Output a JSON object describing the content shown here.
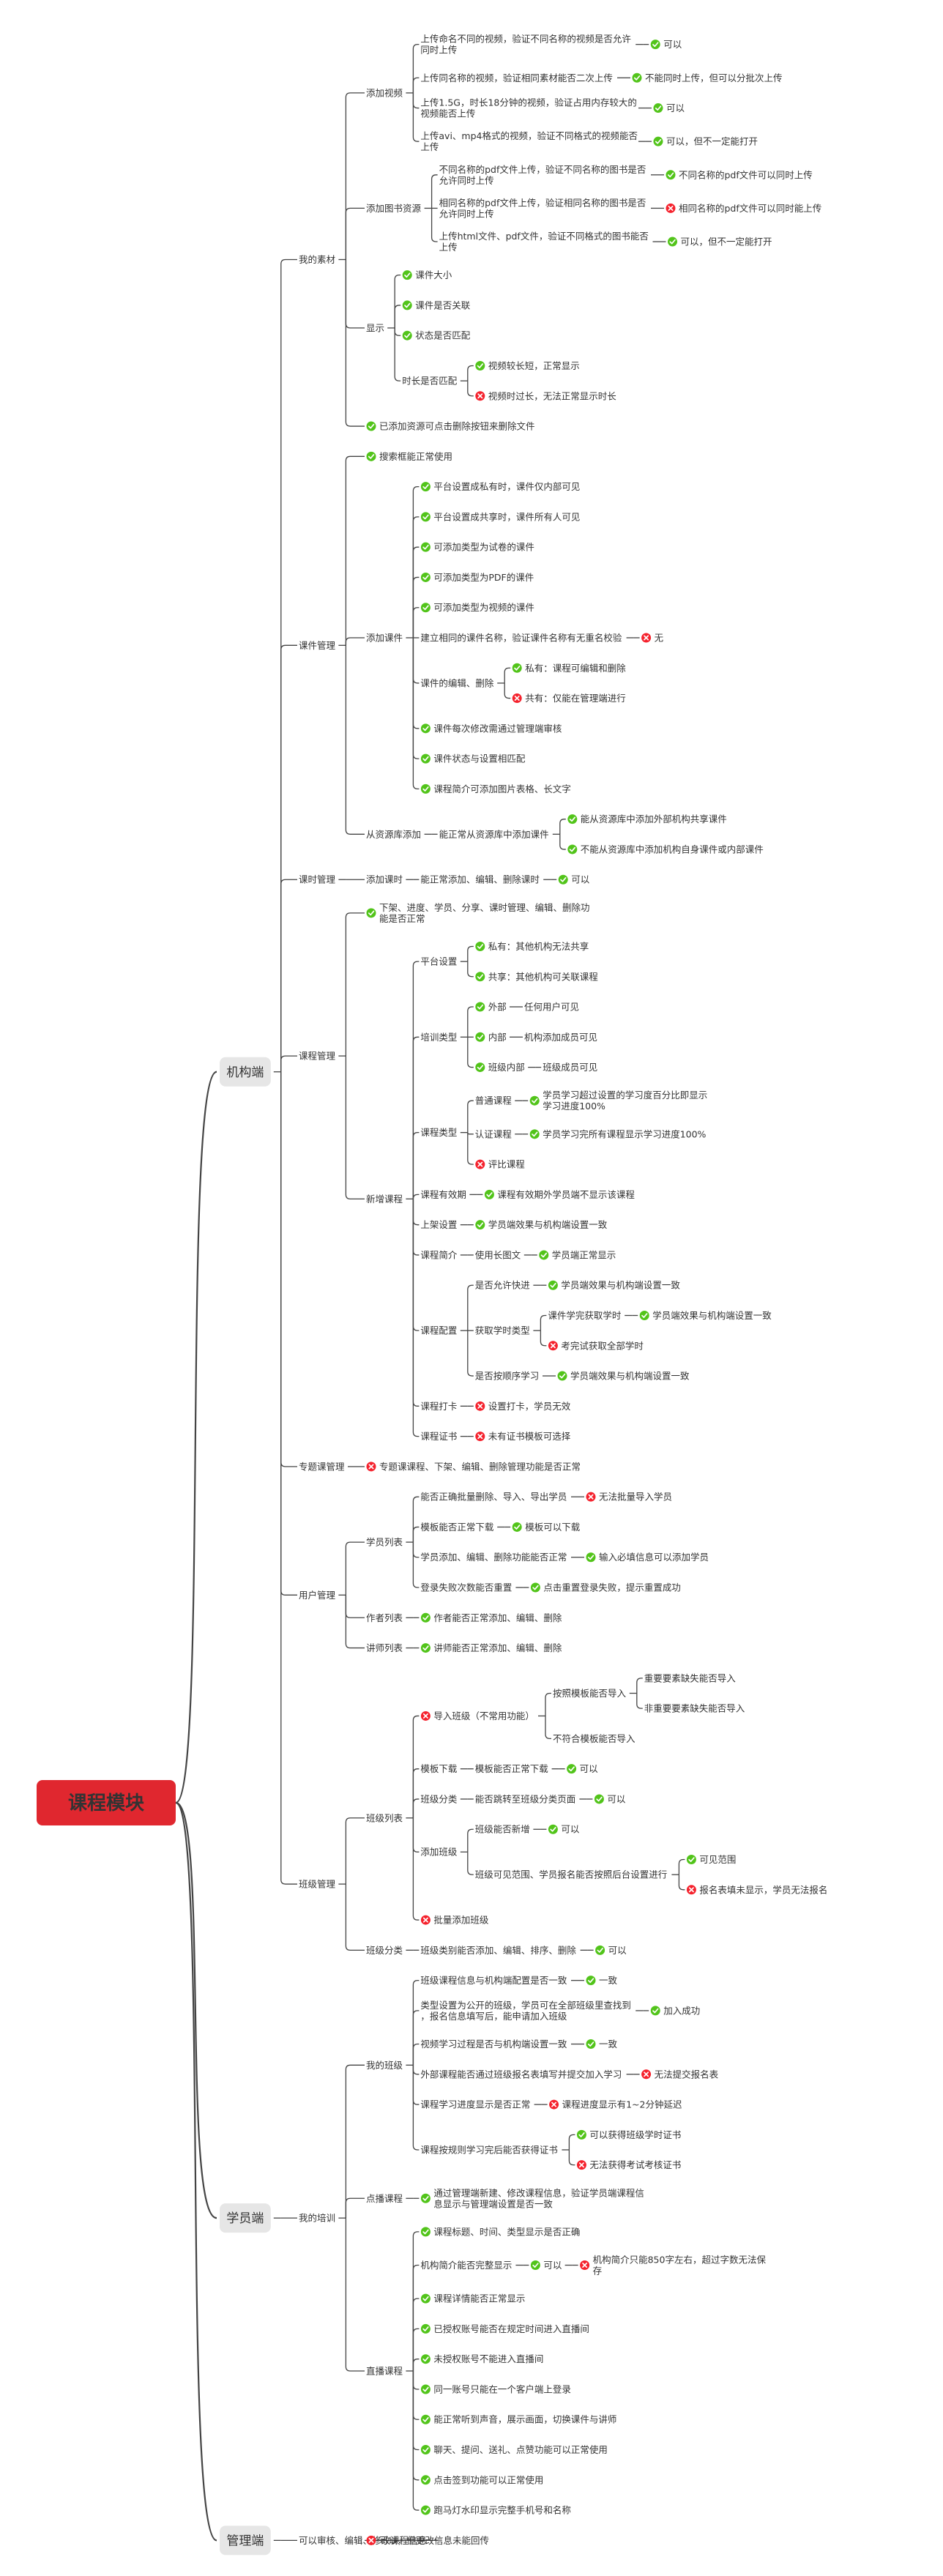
{
  "root": "课程模块",
  "tree": [
    {
      "t": "机构端",
      "c": [
        {
          "t": "我的素材",
          "c": [
            {
              "t": "添加视频",
              "c": [
                {
                  "t": "上传命名不同的视频，验证不同名称的视频是否允许同时上传",
                  "c": [
                    {
                      "t": "可以",
                      "s": "ok"
                    }
                  ]
                },
                {
                  "t": "上传同名称的视频，验证相同素材能否二次上传",
                  "c": [
                    {
                      "t": "不能同时上传，但可以分批次上传",
                      "s": "ok"
                    }
                  ]
                },
                {
                  "t": "上传1.5G，时长18分钟的视频，验证占用内存较大的视频能否上传",
                  "c": [
                    {
                      "t": "可以",
                      "s": "ok"
                    }
                  ]
                },
                {
                  "t": "上传avi、mp4格式的视频，验证不同格式的视频能否上传",
                  "c": [
                    {
                      "t": "可以，但不一定能打开",
                      "s": "ok"
                    }
                  ]
                }
              ]
            },
            {
              "t": "添加图书资源",
              "c": [
                {
                  "t": "不同名称的pdf文件上传，验证不同名称的图书是否允许同时上传",
                  "c": [
                    {
                      "t": "不同名称的pdf文件可以同时上传",
                      "s": "ok"
                    }
                  ]
                },
                {
                  "t": "相同名称的pdf文件上传，验证相同名称的图书是否允许同时上传",
                  "c": [
                    {
                      "t": "相同名称的pdf文件可以同时能上传",
                      "s": "no"
                    }
                  ]
                },
                {
                  "t": "上传html文件、pdf文件，验证不同格式的图书能否上传",
                  "c": [
                    {
                      "t": "可以，但不一定能打开",
                      "s": "ok"
                    }
                  ]
                }
              ]
            },
            {
              "t": "显示",
              "c": [
                {
                  "t": "课件大小",
                  "s": "ok"
                },
                {
                  "t": "课件是否关联",
                  "s": "ok"
                },
                {
                  "t": "状态是否匹配",
                  "s": "ok"
                },
                {
                  "t": "时长是否匹配",
                  "c": [
                    {
                      "t": "视频较长短，正常显示",
                      "s": "ok"
                    },
                    {
                      "t": "视频时过长，无法正常显示时长",
                      "s": "no"
                    }
                  ]
                }
              ]
            },
            {
              "t": "已添加资源可点击删除按钮来删除文件",
              "s": "ok"
            }
          ]
        },
        {
          "t": "课件管理",
          "c": [
            {
              "t": "搜索框能正常使用",
              "s": "ok"
            },
            {
              "t": "添加课件",
              "c": [
                {
                  "t": "平台设置成私有时，课件仅内部可见",
                  "s": "ok"
                },
                {
                  "t": "平台设置成共享时，课件所有人可见",
                  "s": "ok"
                },
                {
                  "t": "可添加类型为试卷的课件",
                  "s": "ok"
                },
                {
                  "t": "可添加类型为PDF的课件",
                  "s": "ok"
                },
                {
                  "t": "可添加类型为视频的课件",
                  "s": "ok"
                },
                {
                  "t": "建立相同的课件名称，验证课件名称有无重名校验",
                  "c": [
                    {
                      "t": "无",
                      "s": "no"
                    }
                  ]
                },
                {
                  "t": "课件的编辑、删除",
                  "c": [
                    {
                      "t": "私有：课程可编辑和删除",
                      "s": "ok"
                    },
                    {
                      "t": "共有：仅能在管理端进行",
                      "s": "no"
                    }
                  ]
                },
                {
                  "t": "课件每次修改需通过管理端审核",
                  "s": "ok"
                },
                {
                  "t": "课件状态与设置相匹配",
                  "s": "ok"
                },
                {
                  "t": "课程简介可添加图片表格、长文字",
                  "s": "ok"
                }
              ]
            },
            {
              "t": "从资源库添加",
              "c": [
                {
                  "t": "能正常从资源库中添加课件",
                  "c": [
                    {
                      "t": "能从资源库中添加外部机构共享课件",
                      "s": "ok"
                    },
                    {
                      "t": "不能从资源库中添加机构自身课件或内部课件",
                      "s": "ok"
                    }
                  ]
                }
              ]
            }
          ]
        },
        {
          "t": "课时管理",
          "c": [
            {
              "t": "添加课时",
              "c": [
                {
                  "t": "能正常添加、编辑、删除课时",
                  "c": [
                    {
                      "t": "可以",
                      "s": "ok"
                    }
                  ]
                }
              ]
            }
          ]
        },
        {
          "t": "课程管理",
          "c": [
            {
              "t": "下架、进度、学员、分享、课时管理、编辑、删除功能是否正常",
              "s": "ok"
            },
            {
              "t": "新增课程",
              "c": [
                {
                  "t": "平台设置",
                  "c": [
                    {
                      "t": "私有：其他机构无法共享",
                      "s": "ok"
                    },
                    {
                      "t": "共享：其他机构可关联课程",
                      "s": "ok"
                    }
                  ]
                },
                {
                  "t": "培训类型",
                  "c": [
                    {
                      "t": "外部",
                      "s": "ok",
                      "c": [
                        {
                          "t": "任何用户可见"
                        }
                      ]
                    },
                    {
                      "t": "内部",
                      "s": "ok",
                      "c": [
                        {
                          "t": "机构添加成员可见"
                        }
                      ]
                    },
                    {
                      "t": "班级内部",
                      "s": "ok",
                      "c": [
                        {
                          "t": "班级成员可见"
                        }
                      ]
                    }
                  ]
                },
                {
                  "t": "课程类型",
                  "c": [
                    {
                      "t": "普通课程",
                      "c": [
                        {
                          "t": "学员学习超过设置的学习度百分比即显示学习进度100%",
                          "s": "ok"
                        }
                      ]
                    },
                    {
                      "t": "认证课程",
                      "c": [
                        {
                          "t": "学员学习完所有课程显示学习进度100%",
                          "s": "ok"
                        }
                      ]
                    },
                    {
                      "t": "评比课程",
                      "s": "no"
                    }
                  ]
                },
                {
                  "t": "课程有效期",
                  "c": [
                    {
                      "t": "课程有效期外学员端不显示该课程",
                      "s": "ok"
                    }
                  ]
                },
                {
                  "t": "上架设置",
                  "c": [
                    {
                      "t": "学员端效果与机构端设置一致",
                      "s": "ok"
                    }
                  ]
                },
                {
                  "t": "课程简介",
                  "c": [
                    {
                      "t": "使用长图文",
                      "c": [
                        {
                          "t": "学员端正常显示",
                          "s": "ok"
                        }
                      ]
                    }
                  ]
                },
                {
                  "t": "课程配置",
                  "c": [
                    {
                      "t": "是否允许快进",
                      "c": [
                        {
                          "t": "学员端效果与机构端设置一致",
                          "s": "ok"
                        }
                      ]
                    },
                    {
                      "t": "获取学时类型",
                      "c": [
                        {
                          "t": "课件学完获取学时",
                          "c": [
                            {
                              "t": "学员端效果与机构端设置一致",
                              "s": "ok"
                            }
                          ]
                        },
                        {
                          "t": "考完试获取全部学时",
                          "s": "no"
                        }
                      ]
                    },
                    {
                      "t": "是否按顺序学习",
                      "c": [
                        {
                          "t": "学员端效果与机构端设置一致",
                          "s": "ok"
                        }
                      ]
                    }
                  ]
                },
                {
                  "t": "课程打卡",
                  "c": [
                    {
                      "t": "设置打卡，学员无效",
                      "s": "no"
                    }
                  ]
                },
                {
                  "t": "课程证书",
                  "c": [
                    {
                      "t": "未有证书模板可选择",
                      "s": "no"
                    }
                  ]
                }
              ]
            }
          ]
        },
        {
          "t": "专题课管理",
          "c": [
            {
              "t": "专题课课程、下架、编辑、删除管理功能是否正常",
              "s": "no"
            }
          ]
        },
        {
          "t": "用户管理",
          "c": [
            {
              "t": "学员列表",
              "c": [
                {
                  "t": "能否正确批量删除、导入、导出学员",
                  "c": [
                    {
                      "t": "无法批量导入学员",
                      "s": "no"
                    }
                  ]
                },
                {
                  "t": "模板能否正常下载",
                  "c": [
                    {
                      "t": "模板可以下载",
                      "s": "ok"
                    }
                  ]
                },
                {
                  "t": "学员添加、编辑、删除功能能否正常",
                  "c": [
                    {
                      "t": "输入必填信息可以添加学员",
                      "s": "ok"
                    }
                  ]
                },
                {
                  "t": "登录失败次数能否重置",
                  "c": [
                    {
                      "t": "点击重置登录失败，提示重置成功",
                      "s": "ok"
                    }
                  ]
                }
              ]
            },
            {
              "t": "作者列表",
              "c": [
                {
                  "t": "作者能否正常添加、编辑、删除",
                  "s": "ok"
                }
              ]
            },
            {
              "t": "讲师列表",
              "c": [
                {
                  "t": "讲师能否正常添加、编辑、删除",
                  "s": "ok"
                }
              ]
            }
          ]
        },
        {
          "t": "班级管理",
          "c": [
            {
              "t": "班级列表",
              "c": [
                {
                  "t": "导入班级（不常用功能）",
                  "s": "no",
                  "c": [
                    {
                      "t": "按照模板能否导入",
                      "c": [
                        {
                          "t": "重要要素缺失能否导入"
                        },
                        {
                          "t": "非重要要素缺失能否导入"
                        }
                      ]
                    },
                    {
                      "t": "不符合模板能否导入"
                    }
                  ]
                },
                {
                  "t": "模板下载",
                  "c": [
                    {
                      "t": "模板能否正常下载",
                      "c": [
                        {
                          "t": "可以",
                          "s": "ok"
                        }
                      ]
                    }
                  ]
                },
                {
                  "t": "班级分类",
                  "c": [
                    {
                      "t": "能否跳转至班级分类页面",
                      "c": [
                        {
                          "t": "可以",
                          "s": "ok"
                        }
                      ]
                    }
                  ]
                },
                {
                  "t": "添加班级",
                  "c": [
                    {
                      "t": "班级能否新增",
                      "c": [
                        {
                          "t": "可以",
                          "s": "ok"
                        }
                      ]
                    },
                    {
                      "t": "班级可见范围、学员报名能否按照后台设置进行",
                      "c": [
                        {
                          "t": "可见范围",
                          "s": "ok"
                        },
                        {
                          "t": "报名表填未显示，学员无法报名",
                          "s": "no"
                        }
                      ]
                    }
                  ]
                },
                {
                  "t": "批量添加班级",
                  "s": "no"
                }
              ]
            },
            {
              "t": "班级分类",
              "c": [
                {
                  "t": "班级类别能否添加、编辑、排序、删除",
                  "c": [
                    {
                      "t": "可以",
                      "s": "ok"
                    }
                  ]
                }
              ]
            }
          ]
        }
      ]
    },
    {
      "t": "学员端",
      "c": [
        {
          "t": "我的培训",
          "c": [
            {
              "t": "我的班级",
              "c": [
                {
                  "t": "班级课程信息与机构端配置是否一致",
                  "c": [
                    {
                      "t": "一致",
                      "s": "ok"
                    }
                  ]
                },
                {
                  "t": "类型设置为公开的班级，学员可在全部班级里查找到，报名信息填写后，能申请加入班级",
                  "c": [
                    {
                      "t": "加入成功",
                      "s": "ok"
                    }
                  ]
                },
                {
                  "t": "视频学习过程是否与机构端设置一致",
                  "c": [
                    {
                      "t": "一致",
                      "s": "ok"
                    }
                  ]
                },
                {
                  "t": "外部课程能否通过班级报名表填写并提交加入学习",
                  "c": [
                    {
                      "t": "无法提交报名表",
                      "s": "no"
                    }
                  ]
                },
                {
                  "t": "课程学习进度显示是否正常",
                  "c": [
                    {
                      "t": "课程进度显示有1~2分钟延迟",
                      "s": "no"
                    }
                  ]
                },
                {
                  "t": "课程按规则学习完后能否获得证书",
                  "c": [
                    {
                      "t": "可以获得班级学时证书",
                      "s": "ok"
                    },
                    {
                      "t": "无法获得考试考核证书",
                      "s": "no"
                    }
                  ]
                }
              ]
            },
            {
              "t": "点播课程",
              "c": [
                {
                  "t": "通过管理端新建、修改课程信息，验证学员端课程信息显示与管理端设置是否一致",
                  "s": "ok"
                }
              ]
            },
            {
              "t": "直播课程",
              "c": [
                {
                  "t": "课程标题、时间、类型显示是否正确",
                  "s": "ok"
                },
                {
                  "t": "机构简介能否完整显示",
                  "c": [
                    {
                      "t": "可以",
                      "s": "ok",
                      "c": [
                        {
                          "t": "机构简介只能850字左右，超过字数无法保存",
                          "s": "no"
                        }
                      ]
                    }
                  ]
                },
                {
                  "t": "课程详情能否正常显示",
                  "s": "ok"
                },
                {
                  "t": "已授权账号能否在规定时间进入直播间",
                  "s": "ok"
                },
                {
                  "t": "未授权账号不能进入直播间",
                  "s": "ok"
                },
                {
                  "t": "同一账号只能在一个客户端上登录",
                  "s": "ok"
                },
                {
                  "t": "能正常听到声音，展示画面，切换课件与讲师",
                  "s": "ok"
                },
                {
                  "t": "聊天、提问、送礼、点赞功能可以正常使用",
                  "s": "ok"
                },
                {
                  "t": "点击签到功能可以正常使用",
                  "s": "ok"
                },
                {
                  "t": "跑马灯水印显示完整手机号和名称",
                  "s": "ok"
                }
              ]
            }
          ]
        }
      ]
    },
    {
      "t": "管理端",
      "c": [
        {
          "t": "可以审核、编辑、修改课程信息",
          "c": [
            {
              "t": "可以，但更改信息未能回传",
              "s": "no"
            }
          ]
        }
      ]
    }
  ],
  "colors": {
    "line": "#444444",
    "root_bg": "#e0272f",
    "root_text": "#ffffff",
    "tag_bg": "#e6e6e6",
    "ok": "#52c41a",
    "no": "#f5222d",
    "text": "#333333"
  }
}
